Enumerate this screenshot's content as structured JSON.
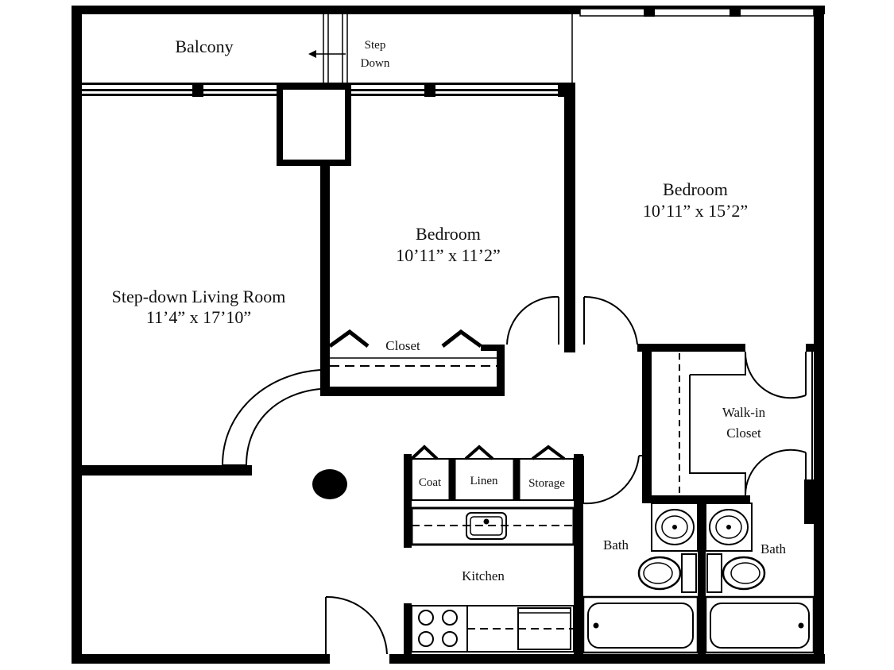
{
  "rooms": {
    "balcony": {
      "name": "Balcony"
    },
    "step_down": {
      "line1": "Step",
      "line2": "Down"
    },
    "living_room": {
      "name": "Step-down Living Room",
      "size": "11’4” x 17’10”"
    },
    "bedroom_small": {
      "name": "Bedroom",
      "size": "10’11” x 11’2”"
    },
    "bedroom_large": {
      "name": "Bedroom",
      "size": "10’11” x 15’2”"
    },
    "closet": {
      "name": "Closet"
    },
    "walk_in_closet": {
      "line1": "Walk-in",
      "line2": "Closet"
    },
    "coat": {
      "name": "Coat"
    },
    "linen": {
      "name": "Linen"
    },
    "storage": {
      "name": "Storage"
    },
    "kitchen": {
      "name": "Kitchen"
    },
    "bath_left": {
      "name": "Bath"
    },
    "bath_right": {
      "name": "Bath"
    }
  },
  "colors": {
    "wall": "#000000",
    "background": "#ffffff"
  }
}
